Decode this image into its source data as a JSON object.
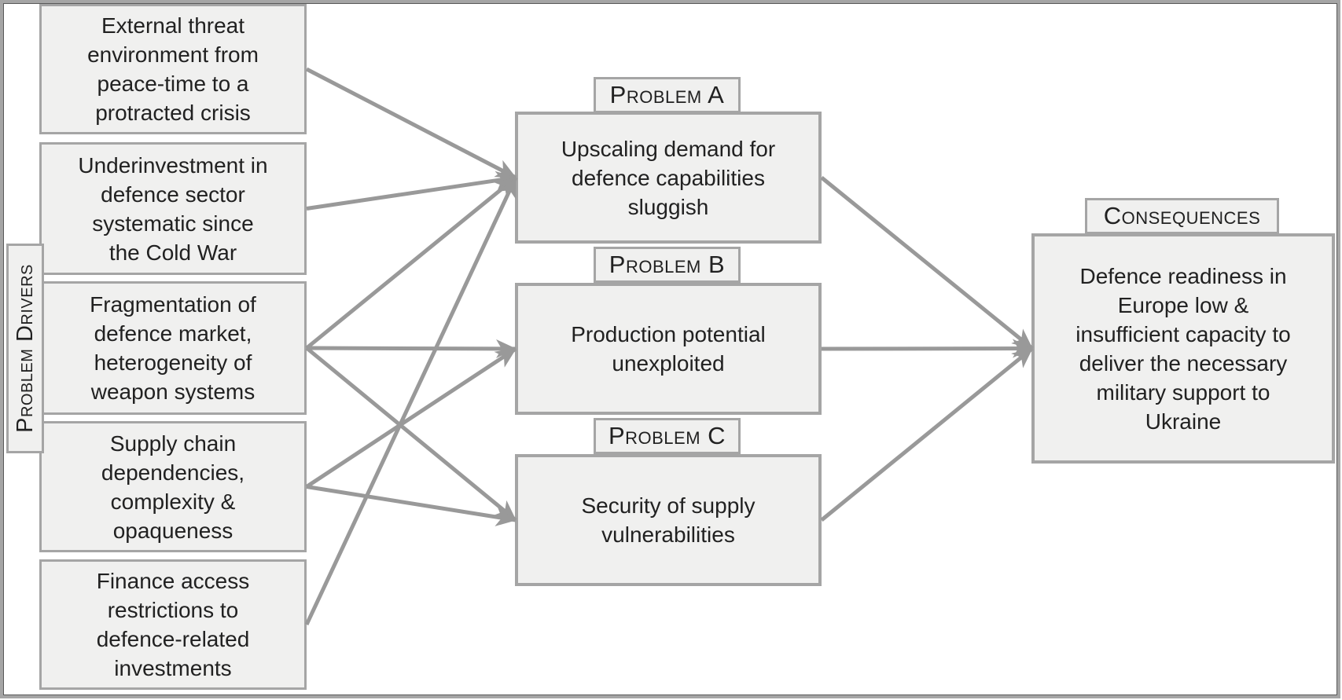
{
  "drivers_label": "Problem Drivers",
  "drivers": [
    {
      "id": "d1",
      "text": "External threat\nenvironment from\npeace-time to a\nprotracted crisis"
    },
    {
      "id": "d2",
      "text": "Underinvestment in\ndefence sector\nsystematic since\nthe Cold War"
    },
    {
      "id": "d3",
      "text": "Fragmentation of\ndefence market,\nheterogeneity of\nweapon systems"
    },
    {
      "id": "d4",
      "text": "Supply chain\ndependencies,\ncomplexity &\nopaqueness"
    },
    {
      "id": "d5",
      "text": "Finance access\nrestrictions to\ndefence-related\ninvestments"
    }
  ],
  "problems": [
    {
      "id": "pa",
      "tag": "Problem A",
      "text": "Upscaling demand for\ndefence capabilities\nsluggish"
    },
    {
      "id": "pb",
      "tag": "Problem B",
      "text": "Production potential\nunexploited"
    },
    {
      "id": "pc",
      "tag": "Problem C",
      "text": "Security of supply\nvulnerabilities"
    }
  ],
  "consequences": {
    "id": "cons",
    "tag": "Consequences",
    "text": "Defence readiness in\nEurope low &\ninsufficient capacity to\ndeliver the necessary\nmilitary support to\nUkraine"
  },
  "edges": [
    {
      "from": "d1",
      "to": "pa"
    },
    {
      "from": "d2",
      "to": "pa"
    },
    {
      "from": "d3",
      "to": "pa"
    },
    {
      "from": "d5",
      "to": "pa"
    },
    {
      "from": "d3",
      "to": "pb"
    },
    {
      "from": "d4",
      "to": "pb"
    },
    {
      "from": "d3",
      "to": "pc"
    },
    {
      "from": "d4",
      "to": "pc"
    },
    {
      "from": "pa",
      "to": "cons"
    },
    {
      "from": "pb",
      "to": "cons"
    },
    {
      "from": "pc",
      "to": "cons"
    }
  ],
  "colors": {
    "box_fill": "#f0f0ef",
    "box_border": "#a5a5a5",
    "arrow": "#999999",
    "text": "#212121",
    "frame_outer": "#a5a5a5",
    "frame_inner": "#595959"
  }
}
